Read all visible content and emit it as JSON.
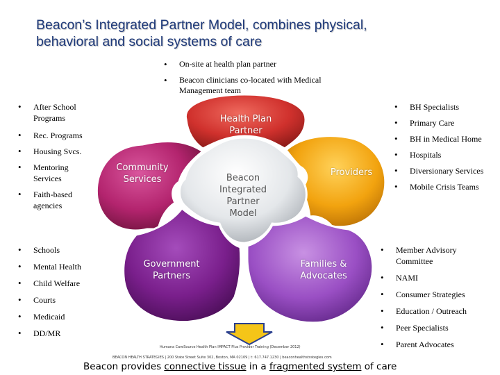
{
  "title_line1": "Beacon’s Integrated Partner Model, combines physical,",
  "title_line2": "behavioral and social systems of care",
  "top_bullets": [
    "On-site at health plan partner",
    "Beacon clinicians co-located with Medical Management team"
  ],
  "left_top_bullets": [
    "After School Programs",
    "Rec. Programs",
    "Housing Svcs.",
    "Mentoring Services",
    "Faith-based agencies"
  ],
  "right_top_bullets": [
    "BH Specialists",
    "Primary Care",
    "BH in Medical Home",
    "Hospitals",
    "Diversionary Services",
    "Mobile Crisis Teams"
  ],
  "left_bottom_bullets": [
    "Schools",
    "Mental Health",
    "Child Welfare",
    "Courts",
    "Medicaid",
    "DD/MR"
  ],
  "right_bottom_bullets": [
    "Member Advisory Committee",
    "NAMI",
    "Consumer Strategies",
    "Education / Outreach",
    "Peer Specialists",
    "Parent Advocates"
  ],
  "pieces": {
    "health_plan": "Health Plan Partner",
    "community": "Community Services",
    "providers": "Providers",
    "government": "Government Partners",
    "families": "Families & Advocates",
    "center": "Beacon Integrated Partner Model"
  },
  "colors": {
    "health_plan": "#d0312d",
    "community": "#b3246e",
    "providers": "#f2a30f",
    "government": "#7a1f8c",
    "families": "#9a4fc4",
    "center": "#cfd3d8",
    "title": "#1f3a7a",
    "arrow": "#f5c518"
  },
  "footer": {
    "source": "Humana CareSource Health Plan IMPACT Plus Provider Training (December 2012)",
    "address": "BEACON HEALTH STRATEGIES | 200 State Street Suite 302, Boston, MA 02109 | t: 617.747.1230 | beaconhealthstrategies.com",
    "prefix": "Beacon provides",
    "phrase1": "connective tissue",
    "middle": "in a",
    "phrase2": "fragmented system",
    "suffix": "of care"
  }
}
